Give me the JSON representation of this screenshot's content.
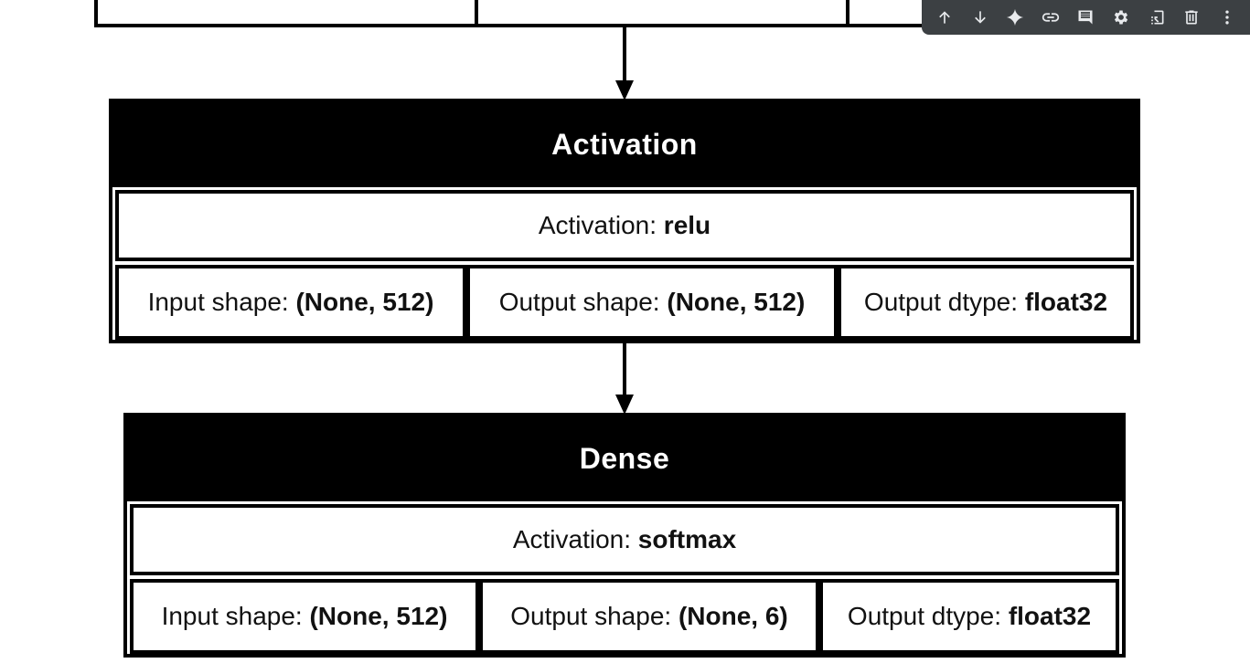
{
  "toolbar": {
    "icons": [
      {
        "name": "move-up-icon"
      },
      {
        "name": "move-down-icon"
      },
      {
        "name": "sparkle-icon"
      },
      {
        "name": "link-icon"
      },
      {
        "name": "comment-icon"
      },
      {
        "name": "settings-icon"
      },
      {
        "name": "mirror-cell-icon"
      },
      {
        "name": "delete-icon"
      },
      {
        "name": "more-options-icon"
      }
    ],
    "icon_color": "#e8eaed",
    "background": "#3c4043"
  },
  "layers": [
    {
      "title": "Activation",
      "activation_label": "Activation:",
      "activation_value": "relu",
      "input_label": "Input shape:",
      "input_value": "(None, 512)",
      "output_label": "Output shape:",
      "output_value": "(None, 512)",
      "dtype_label": "Output dtype:",
      "dtype_value": "float32"
    },
    {
      "title": "Dense",
      "activation_label": "Activation:",
      "activation_value": "softmax",
      "input_label": "Input shape:",
      "input_value": "(None, 512)",
      "output_label": "Output shape:",
      "output_value": "(None, 6)",
      "dtype_label": "Output dtype:",
      "dtype_value": "float32"
    }
  ]
}
